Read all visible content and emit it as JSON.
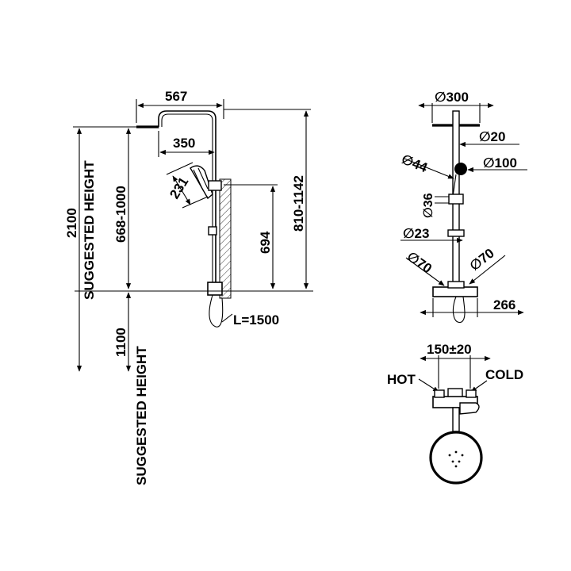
{
  "side_view": {
    "dim_width_top": "567",
    "dim_arm": "350",
    "dim_handshower": "231",
    "dim_riser_height": "694",
    "dim_total_height": "810-1142",
    "dim_adjust_height": "668-1000",
    "dim_floor_height": "2100",
    "dim_valve_height": "1100",
    "label_suggested_height_upper": "SUGGESTED HEIGHT",
    "label_suggested_height_lower": "SUGGESTED HEIGHT",
    "label_hose": "L=1500"
  },
  "front_view": {
    "dim_head_dia": "∅300",
    "dim_pipe_dia": "∅20",
    "dim_hand_dia": "∅44",
    "dim_hand_head_dia": "∅100",
    "dim_holder_dia": "∅36",
    "dim_slide_dia": "∅23",
    "dim_knob_left": "∅70",
    "dim_knob_right": "∅70",
    "dim_valve_width": "266"
  },
  "top_view": {
    "dim_centers": "150±20",
    "label_hot": "HOT",
    "label_cold": "COLD"
  }
}
